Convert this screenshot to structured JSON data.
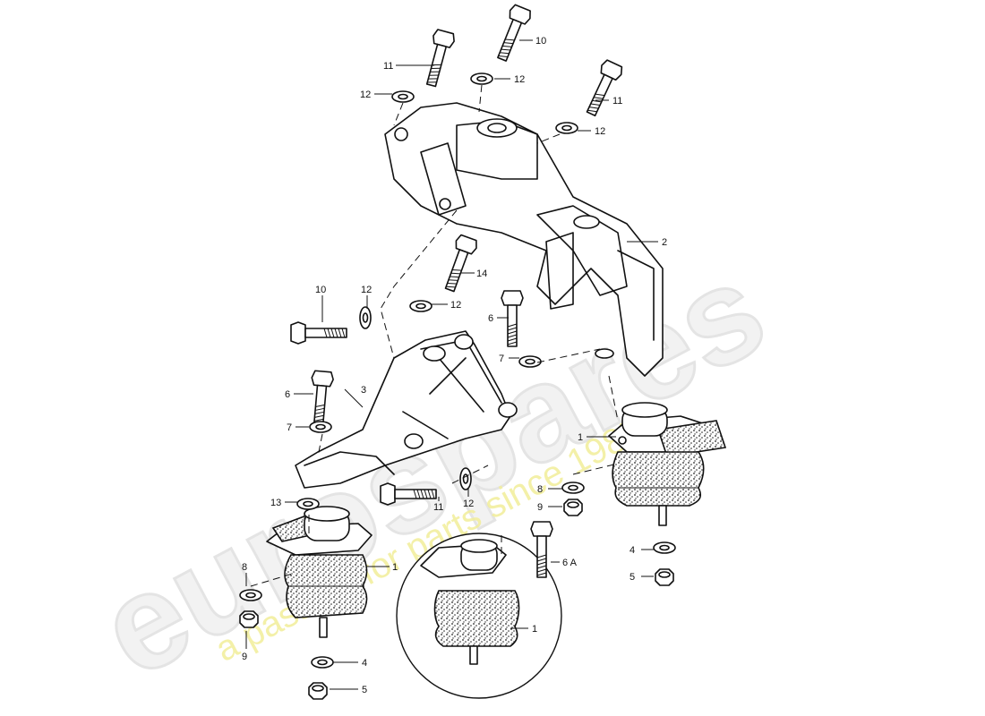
{
  "watermark": {
    "brand": "eurospares",
    "tagline": "a passion for parts since 1985"
  },
  "callouts": {
    "c1a": "1",
    "c1b": "1",
    "c1c": "1",
    "c2": "2",
    "c3": "3",
    "c4a": "4",
    "c4b": "4",
    "c5a": "5",
    "c5b": "5",
    "c6a": "6",
    "c6b": "6",
    "c6A": "6 A",
    "c7a": "7",
    "c7b": "7",
    "c8a": "8",
    "c8b": "8",
    "c9a": "9",
    "c9b": "9",
    "c10a": "10",
    "c10b": "10",
    "c11a": "11",
    "c11b": "11",
    "c11c": "11",
    "c12a": "12",
    "c12b": "12",
    "c12c": "12",
    "c12d": "12",
    "c12e": "12",
    "c12f": "12",
    "c13": "13",
    "c14": "14"
  }
}
